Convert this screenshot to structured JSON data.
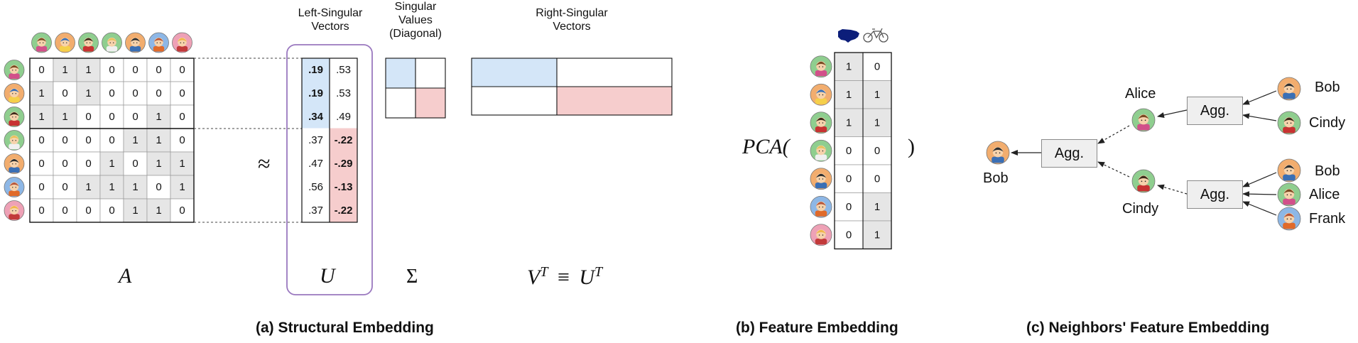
{
  "panel_a": {
    "caption": "(a) Structural Embedding",
    "matrix_label": "A",
    "approx_symbol": "≈",
    "adjacency": [
      [
        0,
        1,
        1,
        0,
        0,
        0,
        0
      ],
      [
        1,
        0,
        1,
        0,
        0,
        0,
        0
      ],
      [
        1,
        1,
        0,
        0,
        0,
        1,
        0
      ],
      [
        0,
        0,
        0,
        0,
        1,
        1,
        0
      ],
      [
        0,
        0,
        0,
        1,
        0,
        1,
        1
      ],
      [
        0,
        0,
        1,
        1,
        1,
        0,
        1
      ],
      [
        0,
        0,
        0,
        0,
        1,
        1,
        0
      ]
    ],
    "left_singular_header": "Left-Singular\nVectors",
    "u_col1": [
      ".19",
      ".19",
      ".34",
      ".37",
      ".47",
      ".56",
      ".37"
    ],
    "u_col2": [
      ".53",
      ".53",
      ".49",
      "-.22",
      "-.29",
      "-.13",
      "-.22"
    ],
    "u_label": "U",
    "singular_values_header": "Singular\nValues\n(Diagonal)",
    "sigma_label": "Σ",
    "right_singular_header": "Right-Singular\nVectors",
    "vt_label_left": "V",
    "vt_label_right": "U",
    "vt_sup": "T",
    "equiv_symbol": "≡",
    "colors": {
      "blue": "#d4e6f8",
      "red": "#f6cdcd",
      "gray": "#e6e6e6",
      "purple": "#9a78bf"
    }
  },
  "panel_b": {
    "caption": "(b) Feature Embedding",
    "pca_label": "PCA(",
    "close_paren": ")",
    "features": [
      [
        1,
        0
      ],
      [
        1,
        1
      ],
      [
        1,
        1
      ],
      [
        0,
        0
      ],
      [
        0,
        0
      ],
      [
        0,
        1
      ],
      [
        0,
        1
      ]
    ],
    "feature_icons": [
      "usa-map-icon",
      "bicycle-icon"
    ]
  },
  "panel_c": {
    "caption": "(c) Neighbors' Feature Embedding",
    "agg_label": "Agg.",
    "names": {
      "bob_center": "Bob",
      "alice": "Alice",
      "cindy": "Cindy",
      "bob_top": "Bob",
      "cindy_top": "Cindy",
      "bob_bottom": "Bob",
      "alice_bottom": "Alice",
      "frank": "Frank"
    }
  },
  "avatars": [
    {
      "name": "avatar-1",
      "bg": "#8fce8f",
      "hair": "#7a4a22",
      "shirt": "#d2508a"
    },
    {
      "name": "avatar-2",
      "bg": "#f2ad6e",
      "hair": "#3a6fb5",
      "shirt": "#f5d04a"
    },
    {
      "name": "avatar-3",
      "bg": "#8fce8f",
      "hair": "#3b2a1a",
      "shirt": "#c83232"
    },
    {
      "name": "avatar-4",
      "bg": "#8fce8f",
      "hair": "#e8c15a",
      "shirt": "#f0f0f0"
    },
    {
      "name": "avatar-5",
      "bg": "#f2ad6e",
      "hair": "#2e2e2e",
      "shirt": "#3a6fb5"
    },
    {
      "name": "avatar-6",
      "bg": "#8db7e6",
      "hair": "#b5553a",
      "shirt": "#e06a2a"
    },
    {
      "name": "avatar-7",
      "bg": "#eea1b6",
      "hair": "#f0b64a",
      "shirt": "#c23a3a"
    }
  ]
}
